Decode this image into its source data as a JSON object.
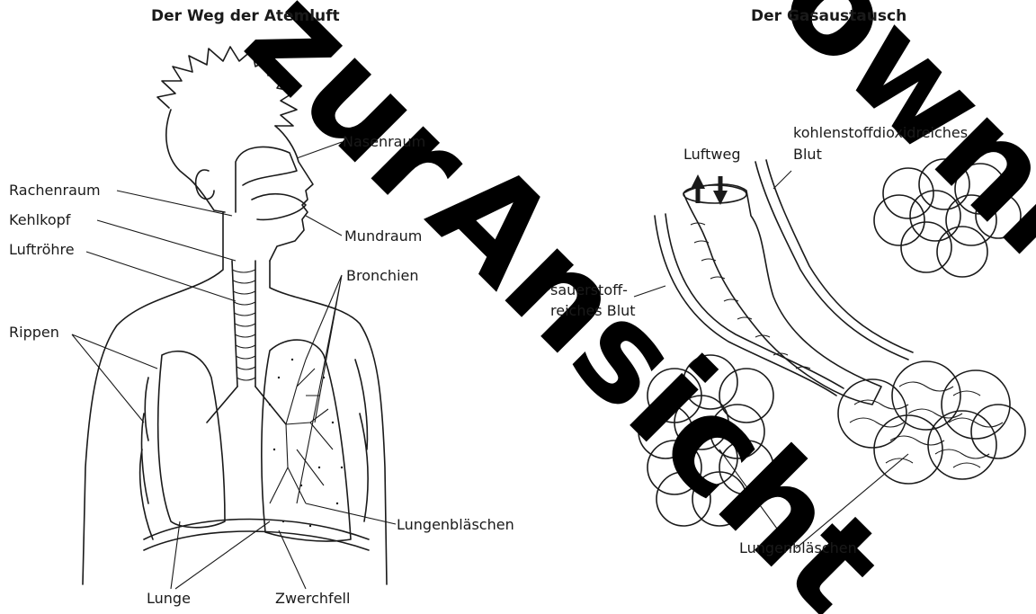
{
  "left_panel": {
    "title": "Der Weg der Atemluft",
    "labels": {
      "nasenraum": "Nasenraum",
      "rachenraum": "Rachenraum",
      "kehlkopf": "Kehlkopf",
      "mundraum": "Mundraum",
      "luftroehre": "Luftröhre",
      "bronchien": "Bronchien",
      "rippen": "Rippen",
      "lungenblaeschen": "Lungenbläschen",
      "lunge": "Lunge",
      "zwerchfell": "Zwerchfell"
    }
  },
  "right_panel": {
    "title": "Der Gasaustausch",
    "labels": {
      "kohlenstoff_line1": "kohlenstoffdioxidreiches",
      "kohlenstoff_line2": "Blut",
      "luftweg": "Luftweg",
      "sauerstoff_line1": "sauerstoff-",
      "sauerstoff_line2": "reiches Blut",
      "lungenblaeschen": "Lungenbläschen"
    }
  },
  "watermark": {
    "text": "zur Ansicht Download",
    "color": "#000000"
  }
}
